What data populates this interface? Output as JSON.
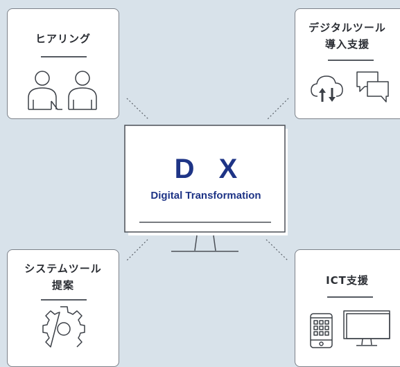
{
  "center": {
    "title": "D X",
    "subtitle": "Digital Transformation"
  },
  "cards": {
    "hearing": {
      "title": "ヒアリング",
      "icon": "two-people-icon"
    },
    "digital_tools": {
      "title_line1": "デジタルツール",
      "title_line2": "導入支援",
      "icons": [
        "cloud-sync-icon",
        "chat-bubbles-icon"
      ]
    },
    "system_tools": {
      "title_line1": "システムツール",
      "title_line2": "提案",
      "icon": "gear-icon"
    },
    "ict": {
      "title": "ICT支援",
      "icons": [
        "tablet-icon",
        "desktop-monitor-icon"
      ]
    }
  },
  "colors": {
    "background": "#d8e2ea",
    "accent": "#1e3486",
    "card_border": "#7b8088",
    "icon_stroke": "#3c4047"
  }
}
